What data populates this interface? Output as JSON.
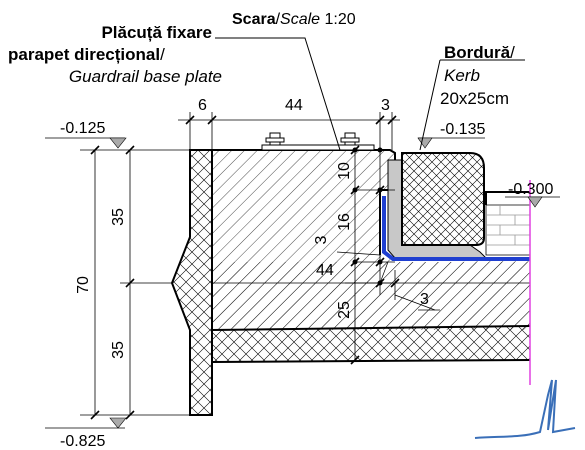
{
  "scale": {
    "word": "Scara",
    "separator": "/",
    "word_en": "Scale",
    "ratio": "1:20"
  },
  "labels": {
    "plate_ro_1": "Plăcuță fixare",
    "plate_ro_2": "parapet direcțional",
    "plate_sep": "/",
    "plate_en": "Guardrail base plate",
    "kerb_ro": "Bordură",
    "kerb_sep": "/",
    "kerb_en": "Kerb",
    "kerb_size": "20x25cm"
  },
  "levels": {
    "top_left": "-0.125",
    "top_right": "-0.135",
    "road": "-0.300",
    "bottom": "-0.825"
  },
  "dimensions": {
    "top_6": "6",
    "top_44": "44",
    "top_3": "3",
    "h_70": "70",
    "h_35_top": "35",
    "h_35_bottom": "35",
    "d_10": "10",
    "d_16": "16",
    "d_3_small": "3",
    "d_44_inner": "44",
    "d_3_right": "3",
    "d_25": "25"
  },
  "colors": {
    "waterproofing": "#1f3fd0",
    "magenta_line": "#e040e0",
    "hatch": "#000000",
    "filler": "#c8c8c8",
    "signature": "#3a6fb8"
  }
}
